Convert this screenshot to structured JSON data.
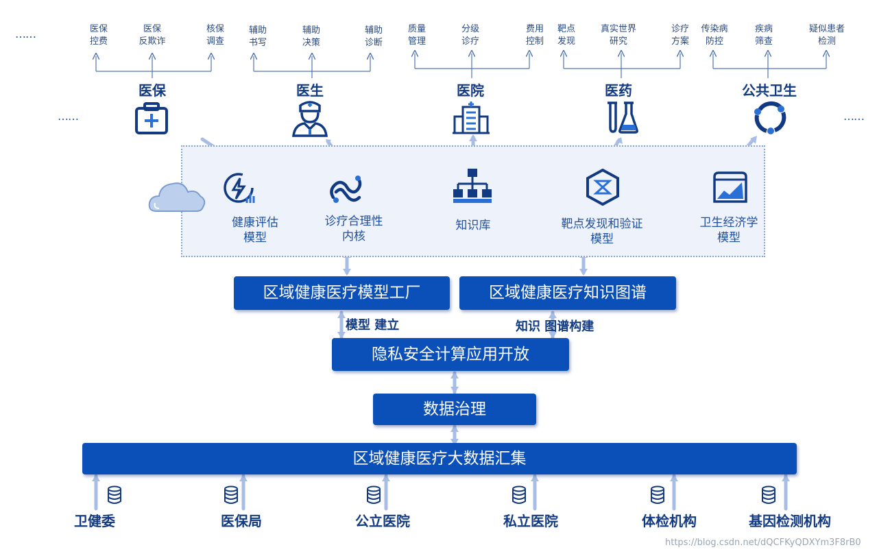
{
  "categories": [
    {
      "label": "医保",
      "subs": [
        "医保\n控费",
        "医保\n反欺诈",
        "核保\n调查"
      ],
      "icon": "medical-kit-icon"
    },
    {
      "label": "医生",
      "subs": [
        "辅助\n书写",
        "辅助\n决策",
        "辅助\n诊断"
      ],
      "icon": "doctor-icon"
    },
    {
      "label": "医院",
      "subs": [
        "质量\n管理",
        "分级\n诊疗",
        "费用\n控制"
      ],
      "icon": "hospital-building-icon"
    },
    {
      "label": "医药",
      "subs": [
        "靶点\n发现",
        "真实世界\n研究",
        "诊疗\n方案"
      ],
      "icon": "lab-flask-icon"
    },
    {
      "label": "公共卫生",
      "subs": [
        "传染病\n防控",
        "疾病\n筛查",
        "疑似患者\n检测"
      ],
      "icon": "public-health-cycle-icon"
    }
  ],
  "ellipsis": "……",
  "models": [
    {
      "label": "健康评估\n模型",
      "icon": "health-assessment-icon"
    },
    {
      "label": "诊疗合理性\n内核",
      "icon": "treatment-rationality-icon"
    },
    {
      "label": "知识库",
      "icon": "knowledge-tree-icon"
    },
    {
      "label": "靶点发现和验证\n模型",
      "icon": "target-cube-icon"
    },
    {
      "label": "卫生经济学\n模型",
      "icon": "economics-chart-icon"
    }
  ],
  "bars": {
    "model_factory": "区域健康医疗模型工厂",
    "knowledge_graph": "区域健康医疗知识图谱",
    "privacy": "隐私安全计算应用开放",
    "governance": "数据治理",
    "aggregation": "区域健康医疗大数据汇集"
  },
  "connectors": {
    "model_build": "模型 建立",
    "knowledge_build": "知识 图谱构建"
  },
  "sources": [
    "卫健委",
    "医保局",
    "公立医院",
    "私立医院",
    "体检机构",
    "基因检测机构"
  ],
  "watermark": "https://blog.csdn.net/dQCFKyQDXYm3F8rB0",
  "colors": {
    "primary": "#0b4fb8",
    "accent": "#2a6fd6",
    "panel": "#eef2fa",
    "text": "#123a82"
  }
}
